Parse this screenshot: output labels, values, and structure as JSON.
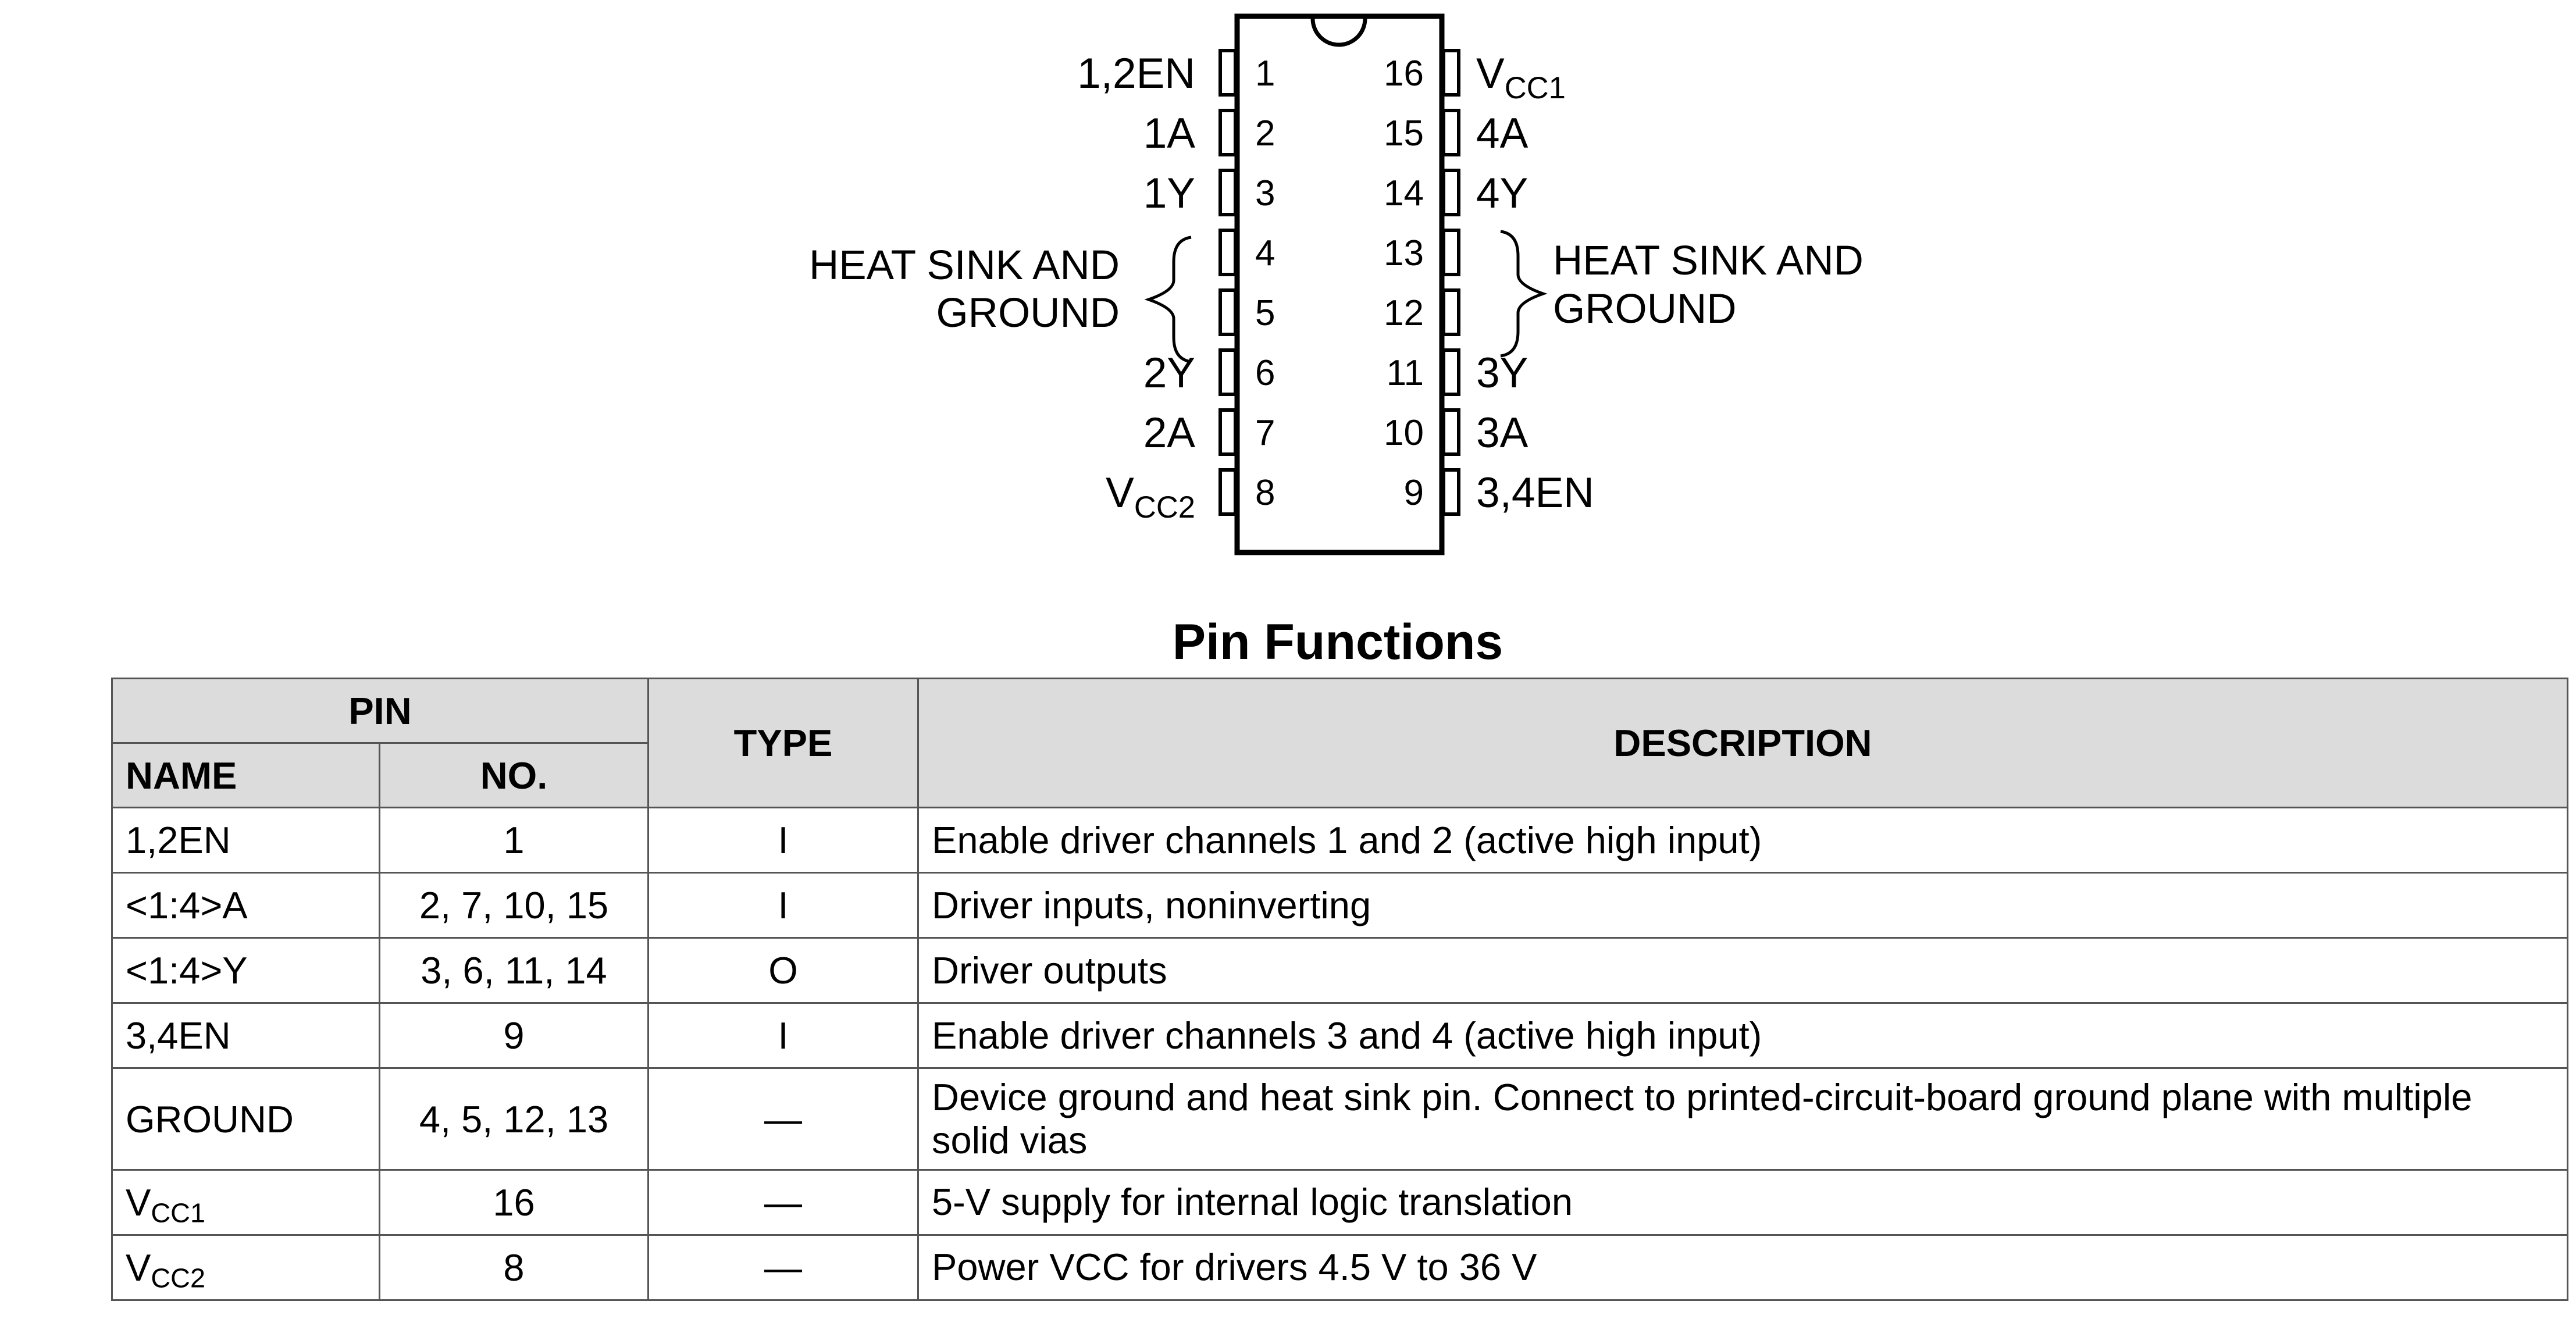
{
  "pinout": {
    "left_pins": [
      {
        "no": "1",
        "base": "1,2EN",
        "sub": ""
      },
      {
        "no": "2",
        "base": "1A",
        "sub": ""
      },
      {
        "no": "3",
        "base": "1Y",
        "sub": ""
      },
      {
        "no": "4",
        "base": "",
        "sub": ""
      },
      {
        "no": "5",
        "base": "",
        "sub": ""
      },
      {
        "no": "6",
        "base": "2Y",
        "sub": ""
      },
      {
        "no": "7",
        "base": "2A",
        "sub": ""
      },
      {
        "no": "8",
        "base": "V",
        "sub": "CC2"
      }
    ],
    "right_pins": [
      {
        "no": "16",
        "base": "V",
        "sub": "CC1"
      },
      {
        "no": "15",
        "base": "4A",
        "sub": ""
      },
      {
        "no": "14",
        "base": "4Y",
        "sub": ""
      },
      {
        "no": "13",
        "base": "",
        "sub": ""
      },
      {
        "no": "12",
        "base": "",
        "sub": ""
      },
      {
        "no": "11",
        "base": "3Y",
        "sub": ""
      },
      {
        "no": "10",
        "base": "3A",
        "sub": ""
      },
      {
        "no": "9",
        "base": "3,4EN",
        "sub": ""
      }
    ],
    "heat_sink_left": [
      "HEAT SINK AND",
      "GROUND"
    ],
    "heat_sink_right": [
      "HEAT SINK AND",
      "GROUND"
    ]
  },
  "table": {
    "title": "Pin Functions",
    "header": {
      "pin": "PIN",
      "name": "NAME",
      "no": "NO.",
      "type": "TYPE",
      "description": "DESCRIPTION"
    },
    "rows": [
      {
        "name": "1,2EN",
        "name_sub": "",
        "no": "1",
        "type": "I",
        "description": "Enable driver channels 1 and 2 (active high input)"
      },
      {
        "name": "<1:4>A",
        "name_sub": "",
        "no": "2, 7, 10, 15",
        "type": "I",
        "description": "Driver inputs, noninverting"
      },
      {
        "name": "<1:4>Y",
        "name_sub": "",
        "no": "3, 6, 11, 14",
        "type": "O",
        "description": "Driver outputs"
      },
      {
        "name": "3,4EN",
        "name_sub": "",
        "no": "9",
        "type": "I",
        "description": "Enable driver channels 3 and 4 (active high input)"
      },
      {
        "name": "GROUND",
        "name_sub": "",
        "no": "4, 5, 12, 13",
        "type": "—",
        "description": "Device ground and heat sink pin. Connect to printed-circuit-board ground plane with multiple solid vias"
      },
      {
        "name": "V",
        "name_sub": "CC1",
        "no": "16",
        "type": "—",
        "description": "5-V supply for internal logic translation"
      },
      {
        "name": "V",
        "name_sub": "CC2",
        "no": "8",
        "type": "—",
        "description": "Power VCC for drivers 4.5 V to 36 V"
      }
    ]
  }
}
